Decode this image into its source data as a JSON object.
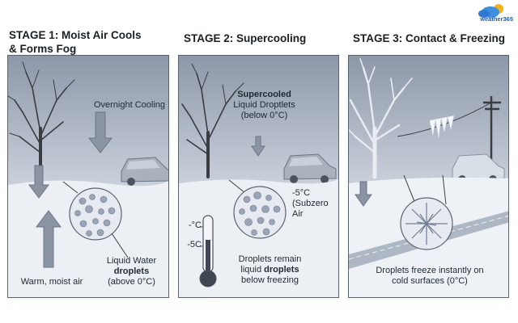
{
  "brand": {
    "name": "weather365",
    "accent": "#1e5aa8"
  },
  "stages": [
    {
      "title_line1": "STAGE 1: Moist Air Cools",
      "title_line2": "& Forms Fog",
      "cooling_label": "Overnight Cooling",
      "droplets_label_line1": "Liquid Water",
      "droplets_label_bold": "droplets",
      "droplets_label_line3": "(above 0°C)",
      "warm_air_label": "Warm, moist air"
    },
    {
      "title": "STAGE 2: Supercooling",
      "droplets_label_bold": "Supercooled",
      "droplets_label_line2": "Liquid Droptlets",
      "droplets_label_line3": "(below 0°C)",
      "temp_label_line1": "-5°C",
      "temp_label_line2": "(Subzero",
      "temp_label_line3": "Air",
      "thermo_tick_top": "-°C",
      "thermo_tick_bottom": "-5C",
      "caption_line1": "Droplets remain",
      "caption_line2_a": "liquid ",
      "caption_line2_bold": "droplets",
      "caption_line3": "below freezing"
    },
    {
      "title": "STAGE 3: Contact & Freezing",
      "caption_line1": "Droplets freeze instantly on",
      "caption_line2": "cold surfaces (0°C)"
    }
  ]
}
